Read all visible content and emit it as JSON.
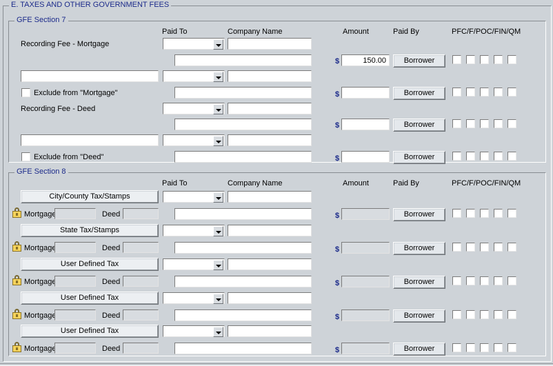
{
  "window": {
    "outer_group_title": "E. TAXES AND OTHER GOVERNMENT FEES",
    "background_color": "#ced3d8",
    "title_color": "#1b2a8a"
  },
  "section7": {
    "title": "GFE Section 7",
    "headers": {
      "paid_to": "Paid To",
      "company_name": "Company Name",
      "amount": "Amount",
      "paid_by": "Paid By",
      "flags": "PFC/F/POC/FIN/QM"
    },
    "rows": [
      {
        "label": "Recording Fee - Mortgage",
        "paid_to": "",
        "company_name": "",
        "description": "",
        "amount": "150.00",
        "amount_disabled": false,
        "paid_by": "Borrower",
        "dollar": "$",
        "checkboxes": [
          false,
          false,
          false,
          false,
          false
        ]
      },
      {
        "label": "",
        "free_text": "",
        "paid_to": "",
        "company_name": "",
        "checkbox_label": "Exclude from \"Mortgage\"",
        "checkbox_checked": false,
        "description": "",
        "amount": "",
        "amount_disabled": false,
        "paid_by": "Borrower",
        "dollar": "$",
        "checkboxes": [
          false,
          false,
          false,
          false,
          false
        ]
      },
      {
        "label": "Recording Fee - Deed",
        "paid_to": "",
        "company_name": "",
        "description": "",
        "amount": "",
        "amount_disabled": false,
        "paid_by": "Borrower",
        "dollar": "$",
        "checkboxes": [
          false,
          false,
          false,
          false,
          false
        ]
      },
      {
        "label": "",
        "free_text": "",
        "paid_to": "",
        "company_name": "",
        "checkbox_label": "Exclude from \"Deed\"",
        "checkbox_checked": false,
        "description": "",
        "amount": "",
        "amount_disabled": false,
        "paid_by": "Borrower",
        "dollar": "$",
        "checkboxes": [
          false,
          false,
          false,
          false,
          false
        ]
      }
    ]
  },
  "section8": {
    "title": "GFE Section 8",
    "headers": {
      "paid_to": "Paid To",
      "company_name": "Company Name",
      "amount": "Amount",
      "paid_by": "Paid By",
      "flags": "PFC/F/POC/FIN/QM"
    },
    "rows": [
      {
        "button_label": "City/County Tax/Stamps",
        "paid_to": "",
        "company_name": "",
        "lock_icon": "lock-icon",
        "mortgage_label": "Mortgage",
        "mortgage_value": "",
        "deed_label": "Deed",
        "deed_value": "",
        "description": "",
        "dollar": "$",
        "amount": "",
        "amount_disabled": true,
        "paid_by": "Borrower",
        "checkboxes": [
          false,
          false,
          false,
          false,
          false
        ]
      },
      {
        "button_label": "State Tax/Stamps",
        "paid_to": "",
        "company_name": "",
        "lock_icon": "lock-icon",
        "mortgage_label": "Mortgage",
        "mortgage_value": "",
        "deed_label": "Deed",
        "deed_value": "",
        "description": "",
        "dollar": "$",
        "amount": "",
        "amount_disabled": true,
        "paid_by": "Borrower",
        "checkboxes": [
          false,
          false,
          false,
          false,
          false
        ]
      },
      {
        "button_label": "User Defined Tax",
        "paid_to": "",
        "company_name": "",
        "lock_icon": "lock-icon",
        "mortgage_label": "Mortgage",
        "mortgage_value": "",
        "deed_label": "Deed",
        "deed_value": "",
        "description": "",
        "dollar": "$",
        "amount": "",
        "amount_disabled": true,
        "paid_by": "Borrower",
        "checkboxes": [
          false,
          false,
          false,
          false,
          false
        ]
      },
      {
        "button_label": "User Defined Tax",
        "paid_to": "",
        "company_name": "",
        "lock_icon": "lock-icon",
        "mortgage_label": "Mortgage",
        "mortgage_value": "",
        "deed_label": "Deed",
        "deed_value": "",
        "description": "",
        "dollar": "$",
        "amount": "",
        "amount_disabled": true,
        "paid_by": "Borrower",
        "checkboxes": [
          false,
          false,
          false,
          false,
          false
        ]
      },
      {
        "button_label": "User Defined Tax",
        "paid_to": "",
        "company_name": "",
        "lock_icon": "lock-icon",
        "mortgage_label": "Mortgage",
        "mortgage_value": "",
        "deed_label": "Deed",
        "deed_value": "",
        "description": "",
        "dollar": "$",
        "amount": "",
        "amount_disabled": true,
        "paid_by": "Borrower",
        "checkboxes": [
          false,
          false,
          false,
          false,
          false
        ]
      }
    ]
  }
}
